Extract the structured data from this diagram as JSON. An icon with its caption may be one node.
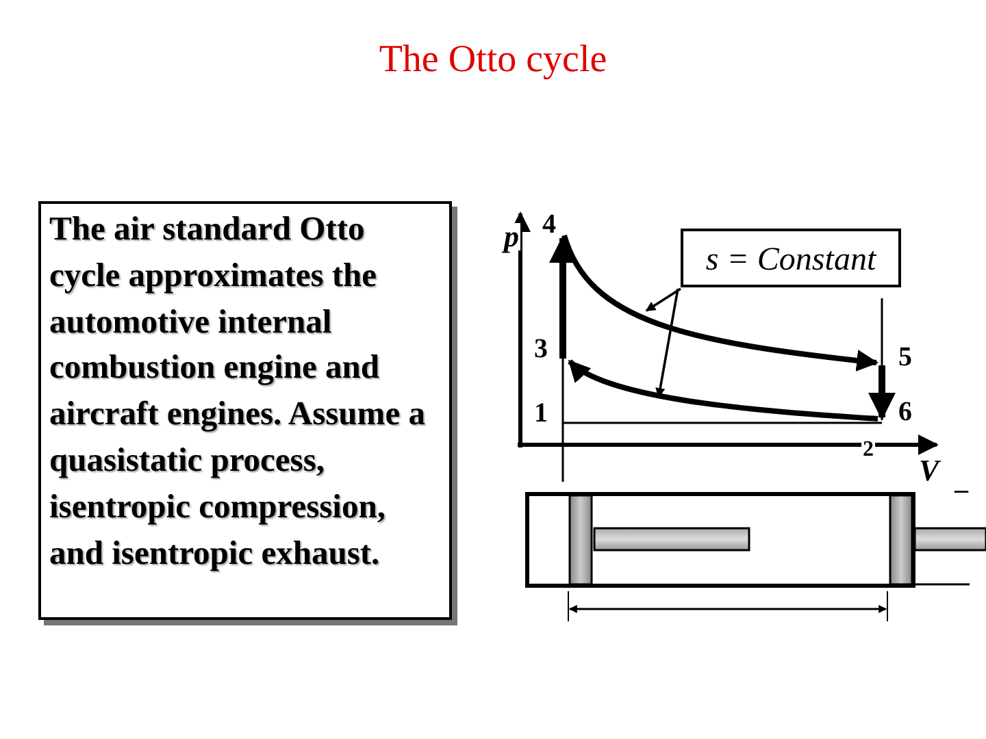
{
  "diagram": {
    "title": "The Otto cycle",
    "nodes": [
      {
        "text": [
          "The air standard Otto cycle approximates the automotive internal combustion engine and aircraft engines. Assume a quasistatic process, isentropic compression, and isentropic exhaust."
        ]
      },
      {
        "text": [
          "s = Constant"
        ]
      },
      {
        "text": [],
        "shape": "line"
      },
      {
        "text": [],
        "shape": "line"
      }
    ],
    "edges": [
      {
        "from": 1,
        "to": 2,
        "arrow": "to"
      },
      {
        "from": 1,
        "to": 3,
        "arrow": "to"
      },
      {
        "from": 3,
        "to": 2,
        "arrow": "to",
        "style": "thick"
      },
      {
        "from": 2,
        "to": 3,
        "arrow": "to",
        "style": "thick"
      }
    ],
    "labels": [
      "p",
      "4",
      "3",
      "5",
      "1",
      "6",
      "2",
      "V",
      "–"
    ]
  }
}
